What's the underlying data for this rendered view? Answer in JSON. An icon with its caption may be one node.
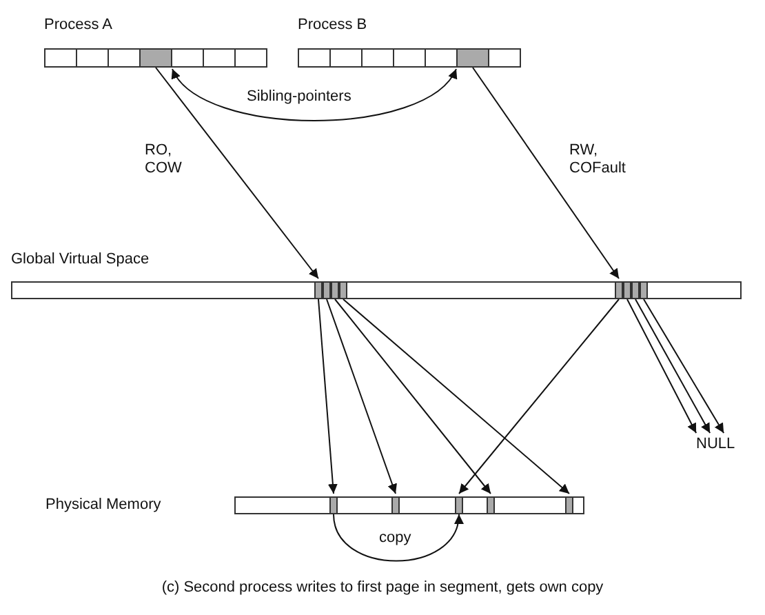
{
  "diagram": {
    "caption": "(c) Second process writes to first page in segment, gets own copy",
    "nodes": [
      {
        "text": [
          "Process A"
        ]
      },
      {
        "text": [],
        "shape": "box",
        "in": 0
      },
      {
        "text": [
          "Process B"
        ]
      },
      {
        "text": [],
        "shape": "box",
        "in": 2
      },
      {
        "text": [
          "Global Virtual Space"
        ]
      },
      {
        "text": [],
        "shape": "box",
        "in": 4
      },
      {
        "text": [],
        "shape": "box",
        "in": 4
      },
      {
        "text": [],
        "shape": "box",
        "in": 4
      },
      {
        "text": [],
        "shape": "box",
        "in": 4
      },
      {
        "text": [],
        "shape": "box",
        "in": 4
      },
      {
        "text": [],
        "shape": "box",
        "in": 4
      },
      {
        "text": [],
        "shape": "box",
        "in": 4
      },
      {
        "text": [],
        "shape": "box",
        "in": 4
      },
      {
        "text": [
          "NULL"
        ]
      },
      {
        "text": [
          "Physical Memory"
        ]
      },
      {
        "text": [],
        "shape": "box",
        "in": 14
      },
      {
        "text": [],
        "shape": "box",
        "in": 14
      },
      {
        "text": [],
        "shape": "box",
        "in": 14
      },
      {
        "text": [],
        "shape": "box",
        "in": 14
      },
      {
        "text": [],
        "shape": "box",
        "in": 14
      }
    ],
    "edges": [
      {
        "from": 1,
        "to": 3,
        "arrow": "both",
        "label": "Sibling-pointers"
      },
      {
        "from": 1,
        "to": 5,
        "arrow": "to",
        "label": "RO, COW"
      },
      {
        "from": 3,
        "to": 9,
        "arrow": "to",
        "label": "RW, COFault"
      },
      {
        "from": 5,
        "to": 15,
        "arrow": "to"
      },
      {
        "from": 6,
        "to": 16,
        "arrow": "to"
      },
      {
        "from": 7,
        "to": 18,
        "arrow": "to"
      },
      {
        "from": 8,
        "to": 19,
        "arrow": "to"
      },
      {
        "from": 9,
        "to": 17,
        "arrow": "to"
      },
      {
        "from": 10,
        "to": 13,
        "arrow": "to"
      },
      {
        "from": 11,
        "to": 13,
        "arrow": "to"
      },
      {
        "from": 12,
        "to": 13,
        "arrow": "to"
      },
      {
        "from": 15,
        "to": 17,
        "arrow": "to",
        "label": "copy"
      }
    ]
  }
}
